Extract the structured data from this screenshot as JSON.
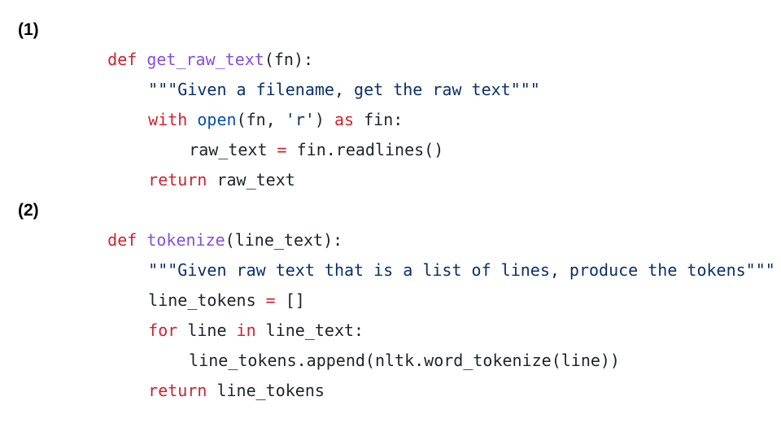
{
  "snippets": [
    {
      "label": "(1)",
      "lines": [
        {
          "tokens": [
            {
              "t": "def",
              "c": "kw"
            },
            {
              "t": " ",
              "c": "txt"
            },
            {
              "t": "get_raw_text",
              "c": "fn"
            },
            {
              "t": "(fn):",
              "c": "txt"
            }
          ]
        },
        {
          "tokens": [
            {
              "t": "\"\"\"Given a filename, get the raw text\"\"\"",
              "c": "str"
            }
          ]
        },
        {
          "tokens": [
            {
              "t": "with",
              "c": "kw"
            },
            {
              "t": " ",
              "c": "txt"
            },
            {
              "t": "open",
              "c": "bi"
            },
            {
              "t": "(fn, ",
              "c": "txt"
            },
            {
              "t": "'r'",
              "c": "str"
            },
            {
              "t": ") ",
              "c": "txt"
            },
            {
              "t": "as",
              "c": "kw"
            },
            {
              "t": " fin:",
              "c": "txt"
            }
          ]
        },
        {
          "tokens": [
            {
              "t": "raw_text ",
              "c": "txt"
            },
            {
              "t": "=",
              "c": "op"
            },
            {
              "t": " fin.readlines()",
              "c": "txt"
            }
          ]
        },
        {
          "tokens": [
            {
              "t": "return",
              "c": "kw"
            },
            {
              "t": " raw_text",
              "c": "txt"
            }
          ]
        }
      ]
    },
    {
      "label": "(2)",
      "lines": [
        {
          "tokens": [
            {
              "t": "def",
              "c": "kw"
            },
            {
              "t": " ",
              "c": "txt"
            },
            {
              "t": "tokenize",
              "c": "fn"
            },
            {
              "t": "(line_text):",
              "c": "txt"
            }
          ]
        },
        {
          "tokens": [
            {
              "t": "\"\"\"Given raw text that is a list of lines, produce the tokens\"\"\"",
              "c": "str"
            }
          ]
        },
        {
          "tokens": [
            {
              "t": "line_tokens ",
              "c": "txt"
            },
            {
              "t": "=",
              "c": "op"
            },
            {
              "t": " []",
              "c": "txt"
            }
          ]
        },
        {
          "tokens": [
            {
              "t": "for",
              "c": "kw"
            },
            {
              "t": " line ",
              "c": "txt"
            },
            {
              "t": "in",
              "c": "kw"
            },
            {
              "t": " line_text:",
              "c": "txt"
            }
          ]
        },
        {
          "tokens": [
            {
              "t": "line_tokens.append(nltk.word_tokenize(line))",
              "c": "txt"
            }
          ]
        },
        {
          "tokens": [
            {
              "t": "return",
              "c": "kw"
            },
            {
              "t": " line_tokens",
              "c": "txt"
            }
          ]
        }
      ]
    }
  ]
}
